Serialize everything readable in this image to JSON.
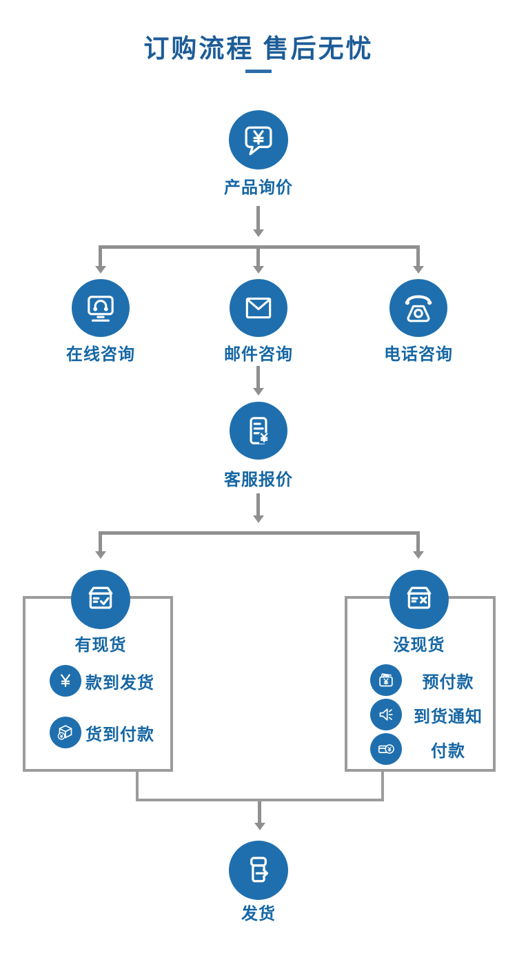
{
  "title": "订购流程  售后无忧",
  "colors": {
    "circle_blue": "#1f6fae",
    "title_blue": "#1d5c97",
    "label_blue": "#1566a4",
    "arrow_gray": "#8f8f8f",
    "box_border_gray": "#9c9c9c"
  },
  "flow": {
    "start": {
      "label": "产品询价",
      "icon": "chat-bubble-yen-icon"
    },
    "contact_options": [
      {
        "label": "在线咨询",
        "icon": "online-service-icon"
      },
      {
        "label": "邮件咨询",
        "icon": "email-icon"
      },
      {
        "label": "电话咨询",
        "icon": "telephone-icon"
      }
    ],
    "quote": {
      "label": "客服报价",
      "icon": "price-quotation-icon"
    },
    "in_stock": {
      "label": "有现货",
      "icon": "box-check-icon",
      "items": [
        {
          "label": "款到发货",
          "icon": "yen-icon"
        },
        {
          "label": "货到付款",
          "icon": "package-payment-icon"
        }
      ]
    },
    "out_of_stock": {
      "label": "没现货",
      "icon": "box-cross-icon",
      "items": [
        {
          "label": "预付款",
          "icon": "wallet-icon"
        },
        {
          "label": "到货通知",
          "icon": "notice-speaker-icon"
        },
        {
          "label": "付款",
          "icon": "card-payment-icon"
        }
      ]
    },
    "end": {
      "label": "发货",
      "icon": "shipping-box-icon"
    }
  }
}
